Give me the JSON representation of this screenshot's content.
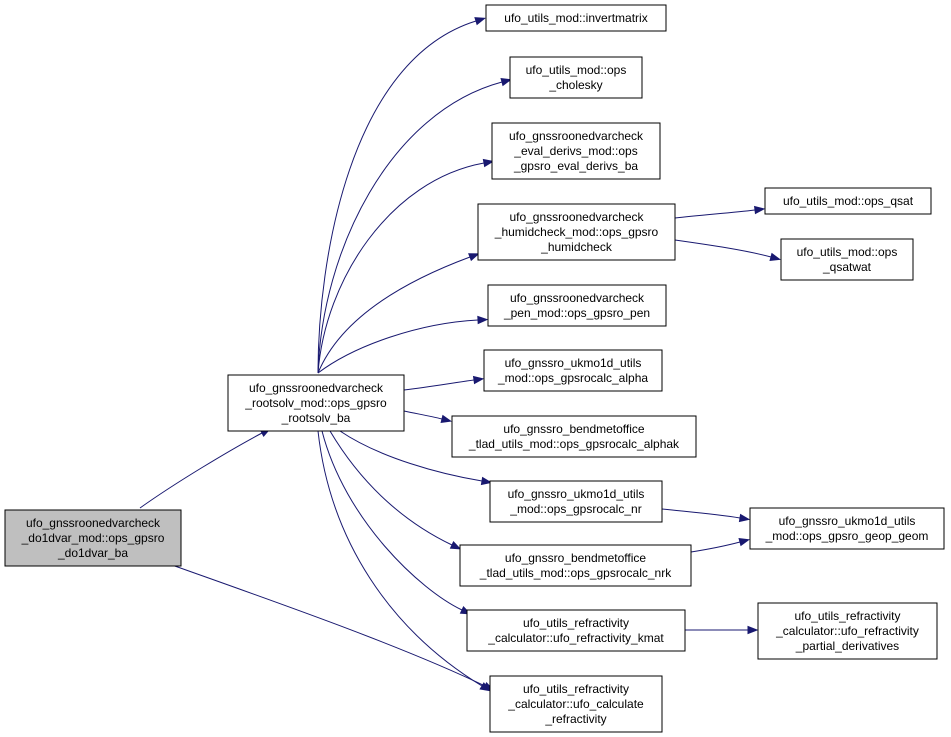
{
  "colors": {
    "node_fill": "#ffffff",
    "root_fill": "#bfbfbf",
    "edge": "#191970",
    "border": "#000000"
  },
  "nodes": {
    "root": [
      "ufo_gnssroonedvarcheck",
      "_do1dvar_mod::ops_gpsro",
      "_do1dvar_ba"
    ],
    "rootsolv": [
      "ufo_gnssroonedvarcheck",
      "_rootsolv_mod::ops_gpsro",
      "_rootsolv_ba"
    ],
    "invertmatrix": [
      "ufo_utils_mod::invertmatrix"
    ],
    "cholesky": [
      "ufo_utils_mod::ops",
      "_cholesky"
    ],
    "eval_derivs": [
      "ufo_gnssroonedvarcheck",
      "_eval_derivs_mod::ops",
      "_gpsro_eval_derivs_ba"
    ],
    "humidcheck": [
      "ufo_gnssroonedvarcheck",
      "_humidcheck_mod::ops_gpsro",
      "_humidcheck"
    ],
    "pen": [
      "ufo_gnssroonedvarcheck",
      "_pen_mod::ops_gpsro_pen"
    ],
    "calc_alpha": [
      "ufo_gnssro_ukmo1d_utils",
      "_mod::ops_gpsrocalc_alpha"
    ],
    "calc_alphak": [
      "ufo_gnssro_bendmetoffice",
      "_tlad_utils_mod::ops_gpsrocalc_alphak"
    ],
    "calc_nr": [
      "ufo_gnssro_ukmo1d_utils",
      "_mod::ops_gpsrocalc_nr"
    ],
    "calc_nrk": [
      "ufo_gnssro_bendmetoffice",
      "_tlad_utils_mod::ops_gpsrocalc_nrk"
    ],
    "kmat": [
      "ufo_utils_refractivity",
      "_calculator::ufo_refractivity_kmat"
    ],
    "calc_refr": [
      "ufo_utils_refractivity",
      "_calculator::ufo_calculate",
      "_refractivity"
    ],
    "qsat": [
      "ufo_utils_mod::ops_qsat"
    ],
    "qsatwat": [
      "ufo_utils_mod::ops",
      "_qsatwat"
    ],
    "geop_geom": [
      "ufo_gnssro_ukmo1d_utils",
      "_mod::ops_gpsro_geop_geom"
    ],
    "partial_derivs": [
      "ufo_utils_refractivity",
      "_calculator::ufo_refractivity",
      "_partial_derivatives"
    ]
  },
  "edges": [
    [
      "root",
      "rootsolv"
    ],
    [
      "root",
      "calc_refr"
    ],
    [
      "rootsolv",
      "invertmatrix"
    ],
    [
      "rootsolv",
      "cholesky"
    ],
    [
      "rootsolv",
      "eval_derivs"
    ],
    [
      "rootsolv",
      "humidcheck"
    ],
    [
      "rootsolv",
      "pen"
    ],
    [
      "rootsolv",
      "calc_alpha"
    ],
    [
      "rootsolv",
      "calc_alphak"
    ],
    [
      "rootsolv",
      "calc_nr"
    ],
    [
      "rootsolv",
      "calc_nrk"
    ],
    [
      "rootsolv",
      "kmat"
    ],
    [
      "rootsolv",
      "calc_refr"
    ],
    [
      "humidcheck",
      "qsat"
    ],
    [
      "humidcheck",
      "qsatwat"
    ],
    [
      "calc_nr",
      "geop_geom"
    ],
    [
      "calc_nrk",
      "geop_geom"
    ],
    [
      "kmat",
      "partial_derivs"
    ]
  ]
}
